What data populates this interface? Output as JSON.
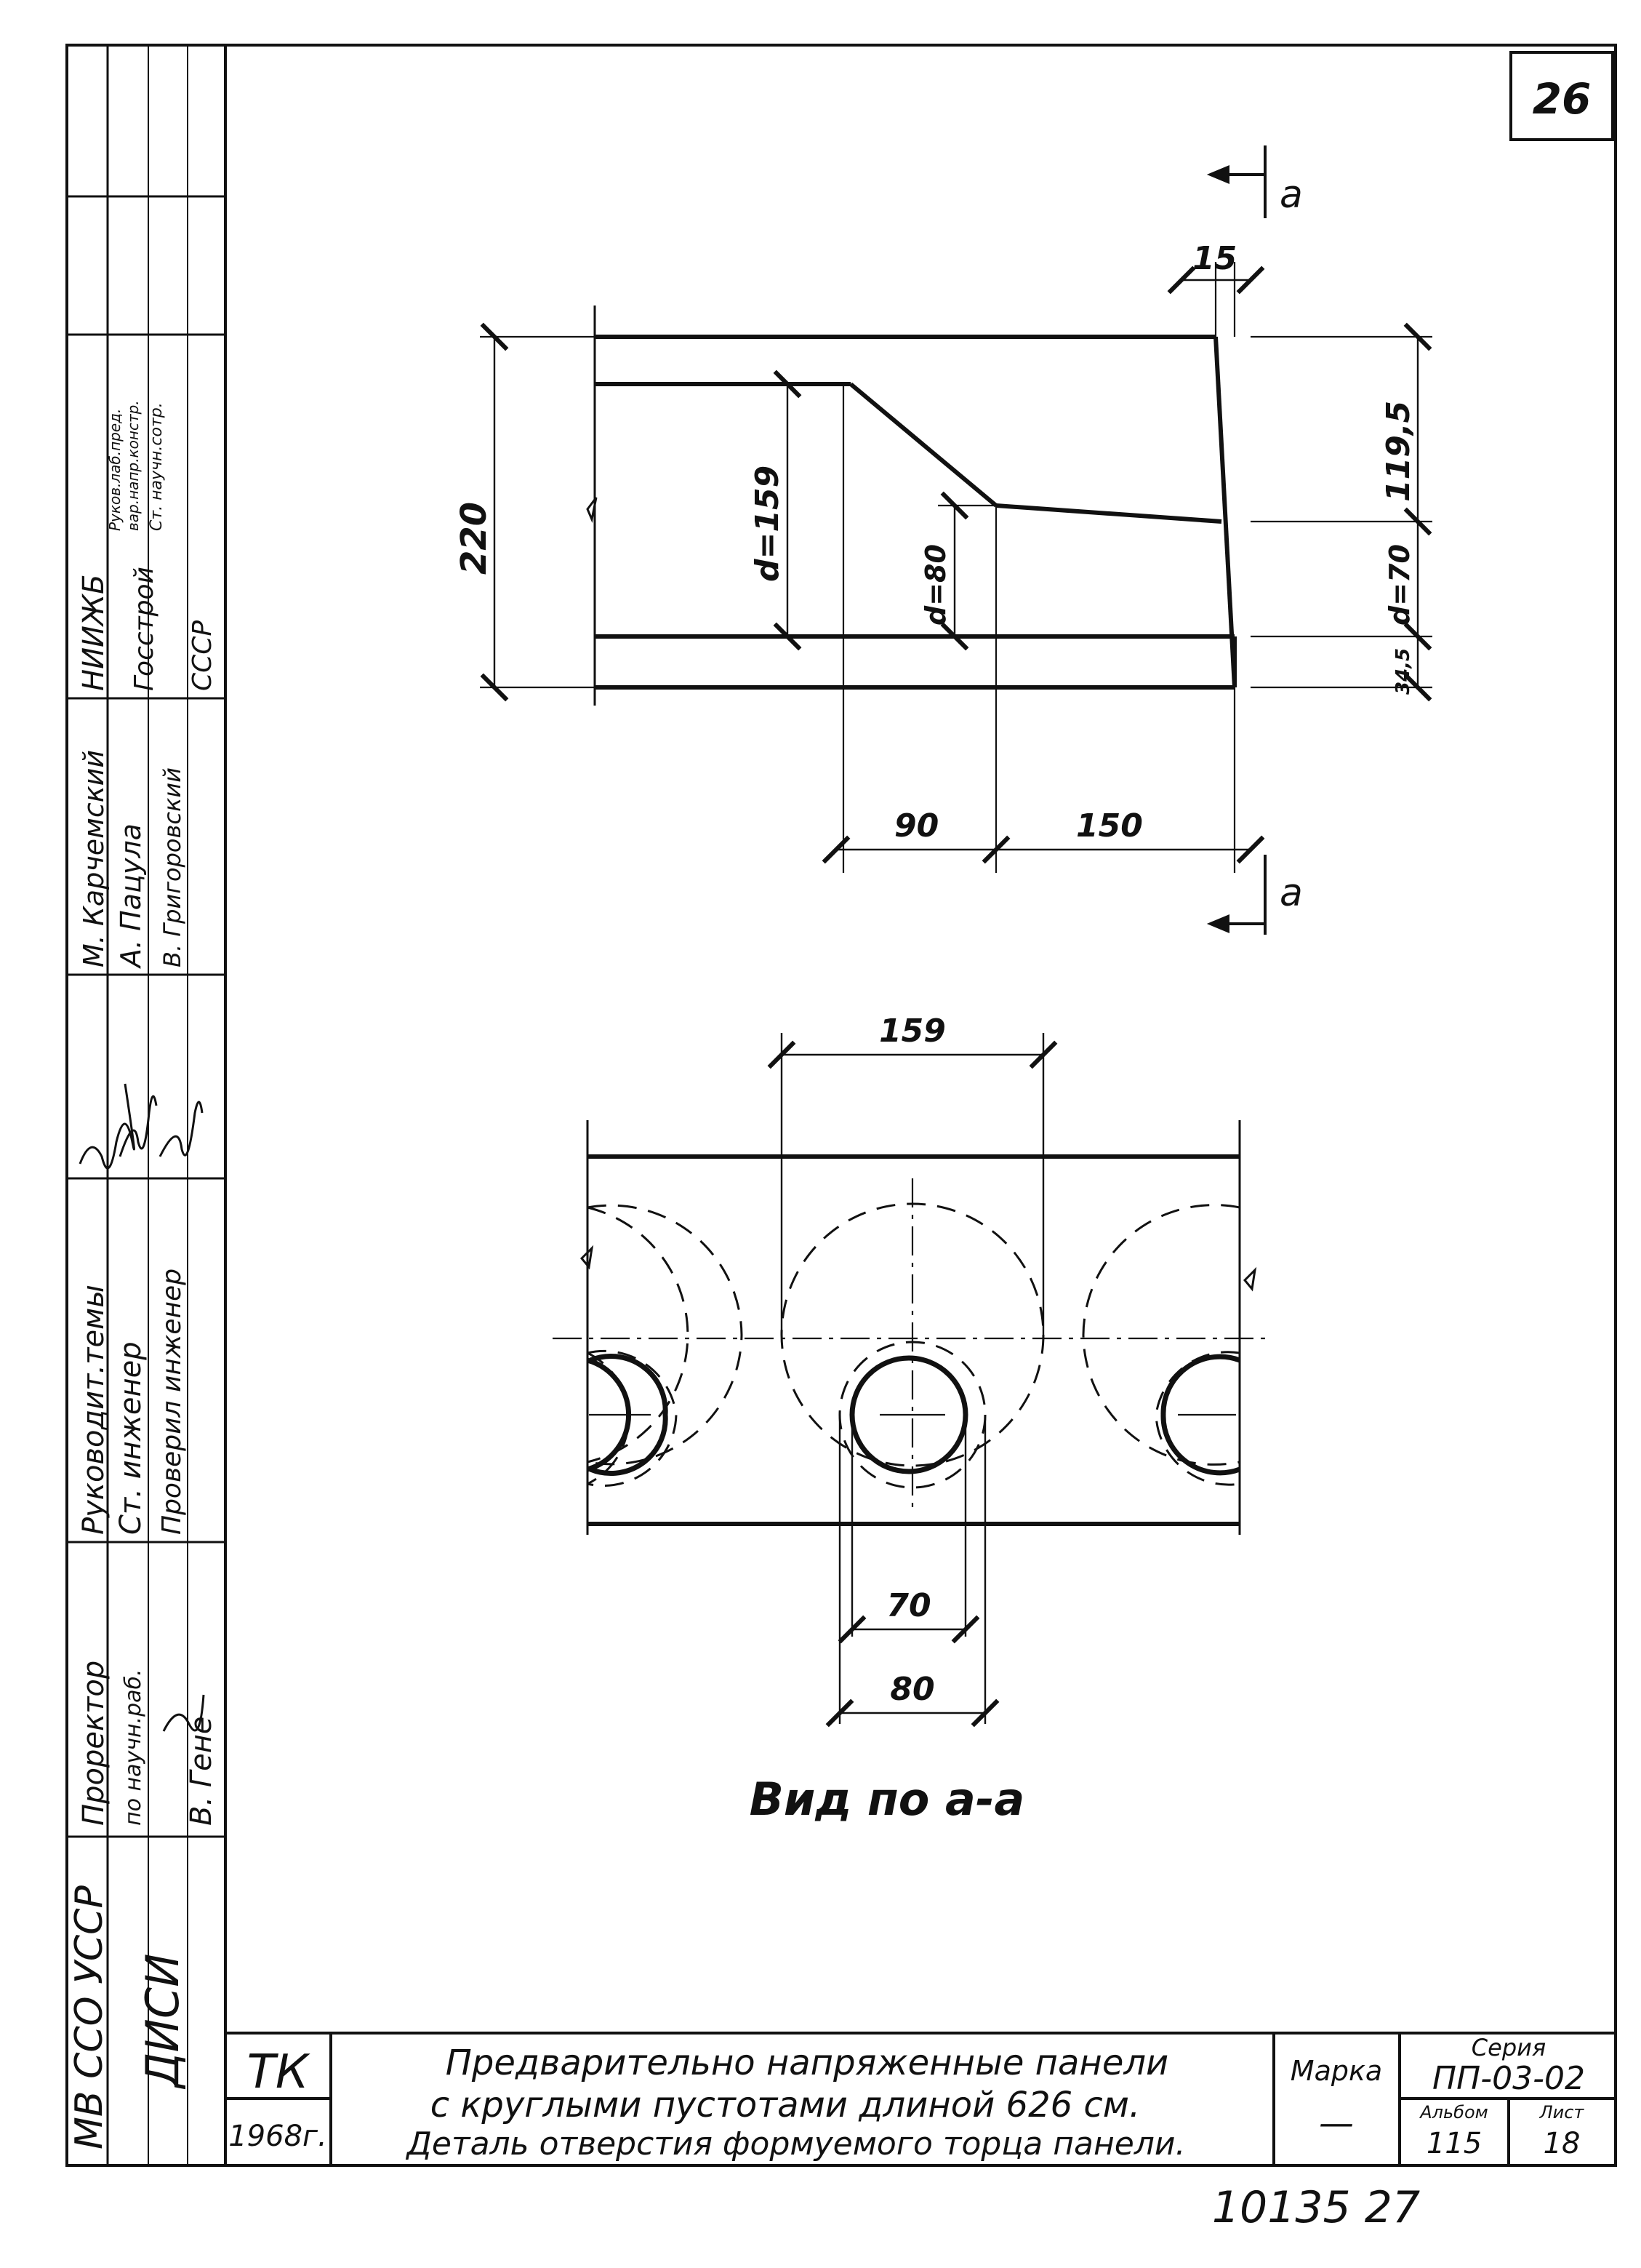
{
  "sheet": {
    "page_number": "26",
    "archive_number": "10135 27"
  },
  "side_panel": {
    "headers": [
      "МВ ССО УССР",
      "ДИСИ"
    ],
    "positions": [
      "Проректор",
      "по научн.раб.",
      "Руководит.темы",
      "Ст. инженер",
      "Проверил инженер"
    ],
    "names": [
      "В. Гене",
      "М. Карчемский",
      "А. Пацула",
      "В. Григоровский"
    ],
    "organization": [
      "НИИЖБ",
      "Госстрой",
      "СССР"
    ],
    "org_roles": [
      "Руков.лаб.пред.",
      "вар.напр.констр.",
      "Ст. научн.сотр."
    ]
  },
  "diagram": {
    "top_view": {
      "section_mark": "а",
      "dims": {
        "overall_height": "220",
        "hole_large": "d=159",
        "hole_small": "d=80",
        "top_offset": "119,5",
        "hole_70": "d=70",
        "bottom_offset": "34,5",
        "flange": "15",
        "taper_length": "90",
        "straight_length": "150"
      }
    },
    "section_view": {
      "dims": {
        "top_width": "159",
        "inner_70": "70",
        "outer_80": "80"
      },
      "caption": "Вид по а-а"
    }
  },
  "title_block": {
    "org_code": "ТК",
    "year": "1968г.",
    "title_lines": [
      "Предварительно напряженные панели",
      "с круглыми пустотами длиной 626 см.",
      "Деталь отверстия формуемого торца панели."
    ],
    "marka_label": "Марка",
    "marka_value": "—",
    "series_label": "Серия",
    "series_value": "ПП-03-02",
    "album_label": "Альбом",
    "album_value": "115",
    "sheet_label": "Лист",
    "sheet_value": "18"
  }
}
